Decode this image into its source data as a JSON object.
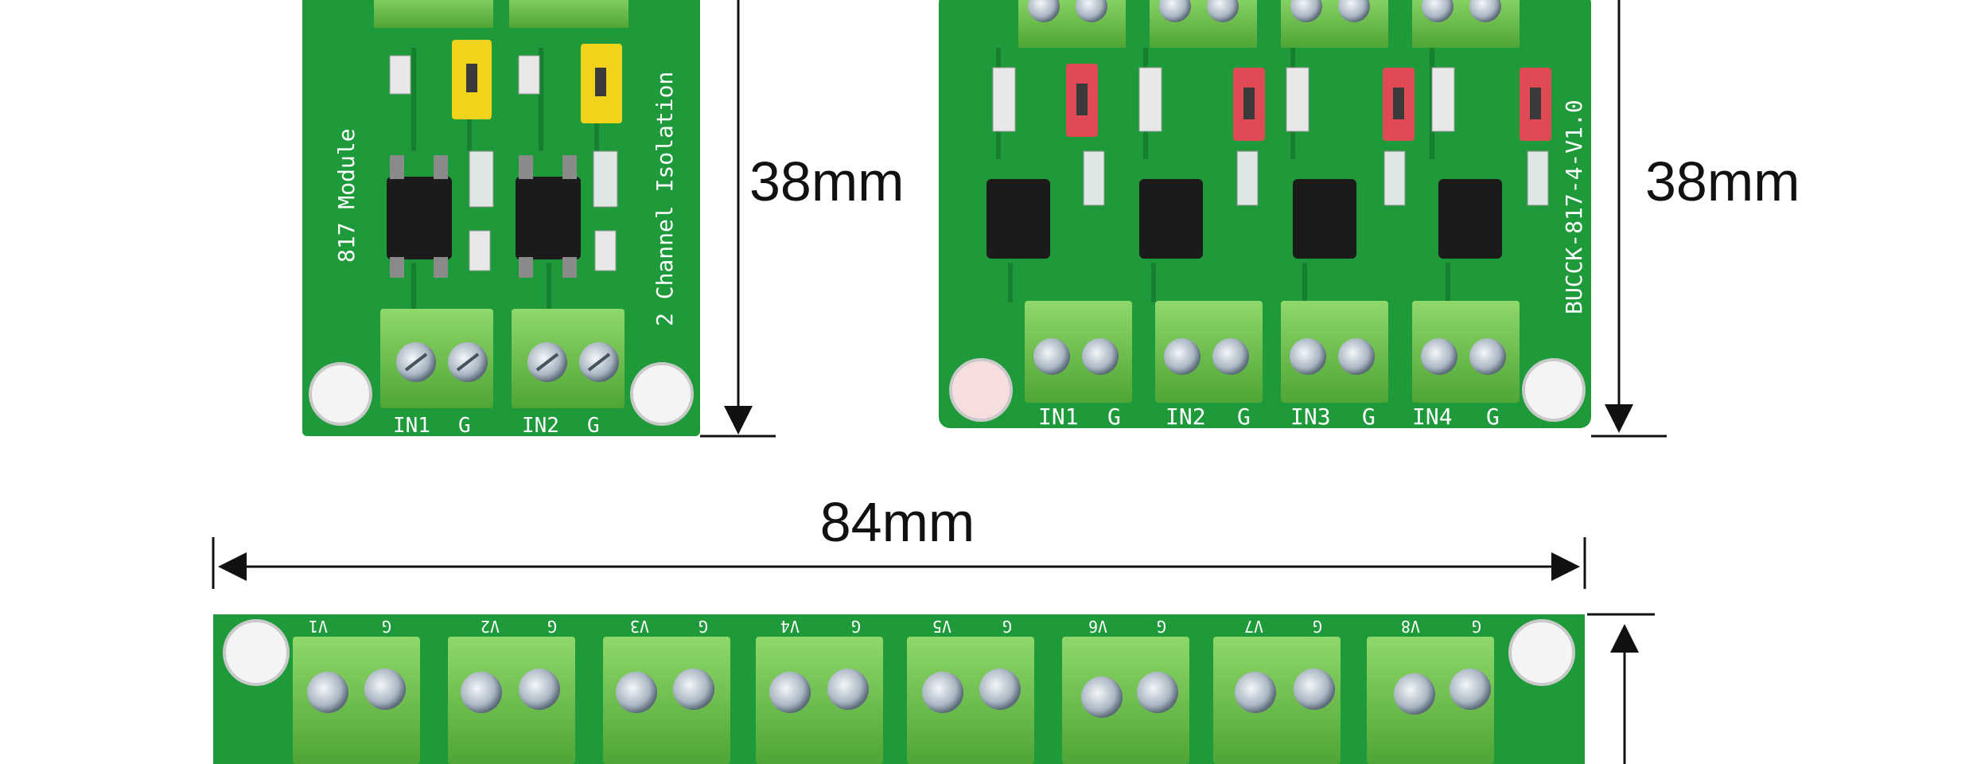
{
  "dimensions": {
    "height_left": "38mm",
    "height_right": "38mm",
    "width_bottom": "84mm"
  },
  "board_2ch": {
    "silkscreen_module": "817 Module",
    "silkscreen_isolation": "2 Channel Isolation",
    "inputs": [
      "IN1",
      "G",
      "IN2",
      "G"
    ],
    "jumper_color": "#f2d31b"
  },
  "board_4ch": {
    "silkscreen_model": "BUCCK-817-4-V1.0",
    "inputs": [
      "IN1",
      "G",
      "IN2",
      "G",
      "IN3",
      "G",
      "IN4",
      "G"
    ],
    "jumper_color": "#e04a55"
  },
  "board_8ch": {
    "labels": [
      "V1",
      "G",
      "V2",
      "G",
      "V3",
      "G",
      "V4",
      "G",
      "V5",
      "G",
      "V6",
      "G",
      "V7",
      "G",
      "V8",
      "G"
    ]
  },
  "colors": {
    "pcb": "#1e9a3a",
    "terminal": "#6cc24a"
  }
}
